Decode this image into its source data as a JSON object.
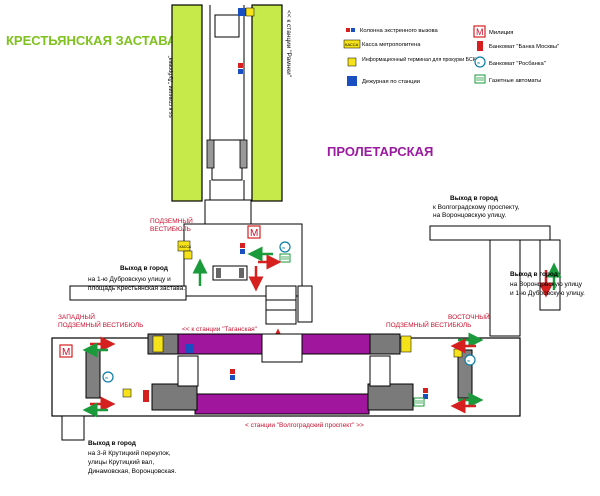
{
  "stations": {
    "left_name": "КРЕСТЬЯНСКАЯ ЗАСТАВА",
    "right_name": "ПРОЛЕТАРСКАЯ"
  },
  "colors": {
    "line_green": "#b9e23c",
    "line_purple": "#a0169c",
    "name_green": "#7ec21e",
    "name_purple": "#9a1aa0",
    "accent_red": "#c8102e"
  },
  "legend": [
    {
      "icon": "emergency-call-icon",
      "label": "Колонна экстренного вызова"
    },
    {
      "icon": "ticket-office-icon",
      "label": "Касса метрополитена",
      "badge": "КАССА"
    },
    {
      "icon": "info-terminal-icon",
      "label": "Информационный терминал для прокурки БСК"
    },
    {
      "icon": "duty-officer-icon",
      "label": "Дежурная по станции"
    },
    {
      "icon": "police-icon",
      "label": "Милиция",
      "badge": "М"
    },
    {
      "icon": "atm-bank-moscow-icon",
      "label": "Банкомат \"Банка Москвы\""
    },
    {
      "icon": "atm-rosbank-icon",
      "label": "Банкомат \"Росбанка\""
    },
    {
      "icon": "newspaper-machine-icon",
      "label": "Газетные автоматы"
    }
  ],
  "vertical_labels": {
    "to_ramenki": "<< к станции \"Рамнки\"",
    "to_dubrovka": "<< к станции \"Дубровка\""
  },
  "labels": {
    "underground_vestibule": [
      "ПОДЗЕМНЫЙ",
      "ВЕСТИБЮЛЬ"
    ],
    "west_vestibule": [
      "ЗАПАДНЫЙ",
      "ПОДЗЕМНЫЙ ВЕСТИБЮЛЬ"
    ],
    "east_vestibule": [
      "ВОСТОЧНЫЙ",
      "ПОДЗЕМНЫЙ ВЕСТИБЮЛЬ"
    ],
    "to_taganskaya": "<< к станции \"Таганская\"",
    "to_volgogradsky": "< станции \"Волгоградский проспект\" >>",
    "kassa": "КАССА"
  },
  "exits": [
    {
      "id": "exit-left-mid",
      "title": "Выход в город",
      "lines": [
        "на 1-ю Дубровскую улицу и",
        "площадь Крестьянская застава."
      ]
    },
    {
      "id": "exit-top-right",
      "title": "Выход в город",
      "lines": [
        "к Волгоградскому проспекту,",
        "на Воронцовскую улицу."
      ]
    },
    {
      "id": "exit-right",
      "title": "Выход в город",
      "lines": [
        "на Воронцовскую улицу",
        "и 1-ю Дубровскую улицу."
      ]
    },
    {
      "id": "exit-bottom-left",
      "title": "Выход в город",
      "lines": [
        "на 3-й Крутицкий переулок,",
        "улицы Крутицкий вал,",
        "Динамовская, Воронцовская."
      ]
    }
  ]
}
